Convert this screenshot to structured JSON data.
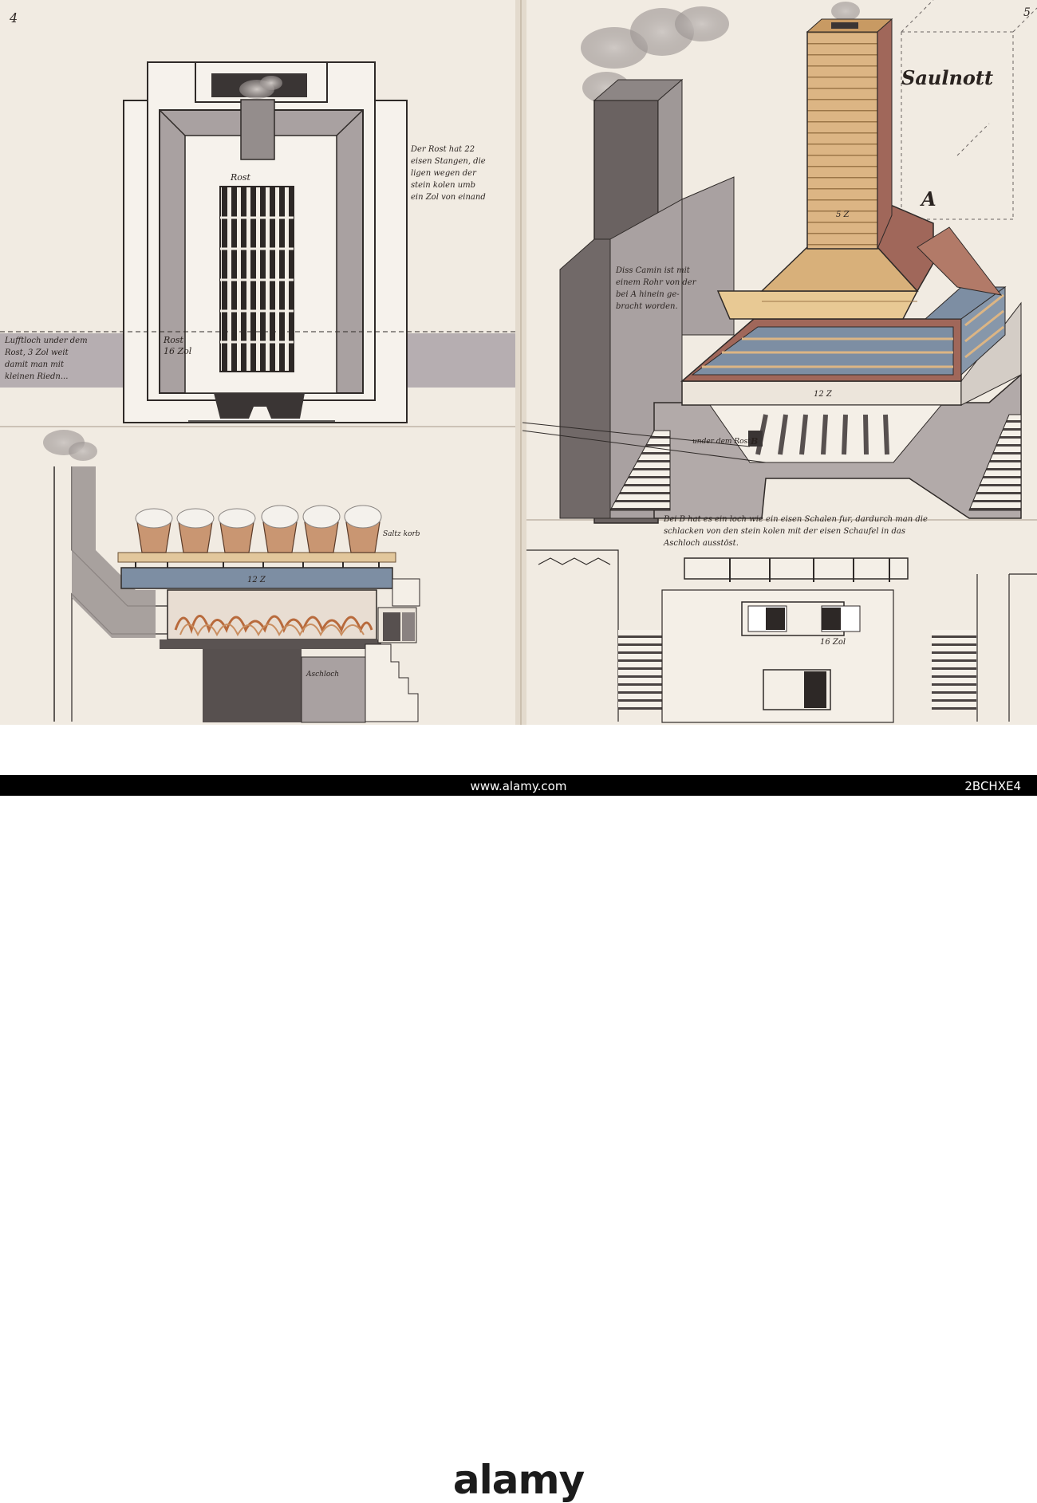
{
  "pages": {
    "left_number": "4",
    "right_number": "5"
  },
  "title": "Saulnott",
  "letters": {
    "a": "A",
    "b": "B"
  },
  "labels": {
    "rost": "Rost",
    "rost_side": "Rost",
    "rost_side_size": "16 Zol",
    "zol_12": "12 Z",
    "zol_12_b": "12 Z",
    "zol_5": "5 Z",
    "zol_16": "16 Zol",
    "salz_korb": "Saltz korb"
  },
  "notes": {
    "rost_note": [
      "Der Rost hat 22",
      "eisen Stangen, die",
      "ligen wegen der",
      "stein kolen umb",
      "ein Zol von einand"
    ],
    "left_note": [
      "Lufftloch under dem",
      "Rost, 3 Zol weit",
      "damit man mit",
      "kleinen Riedn..."
    ],
    "chimney_note": [
      "Diss Camin ist mit",
      "einem Rohr von der",
      "bei A hinein ge-",
      "bracht worden."
    ],
    "bottom_note": [
      "Bei B hat es ein loch wie ein eisen Schalen fur, dardurch man die",
      "schlacken von den stein kolen mit der eisen Schaufel in das",
      "Aschloch ausstöst."
    ],
    "misc": [
      "12 Z",
      "Aschloch",
      "under dem Rost"
    ]
  },
  "colors": {
    "paper": "#f1ebe2",
    "ink": "#2a2320",
    "stone": "#a9a1a1",
    "dark": "#57504f",
    "wood": "#dcb584",
    "water": "#7d8ea3",
    "brick": "#a0675a"
  },
  "stock": {
    "logo": "alamy",
    "id": "2BCHXE4",
    "footer": "www.alamy.com"
  }
}
